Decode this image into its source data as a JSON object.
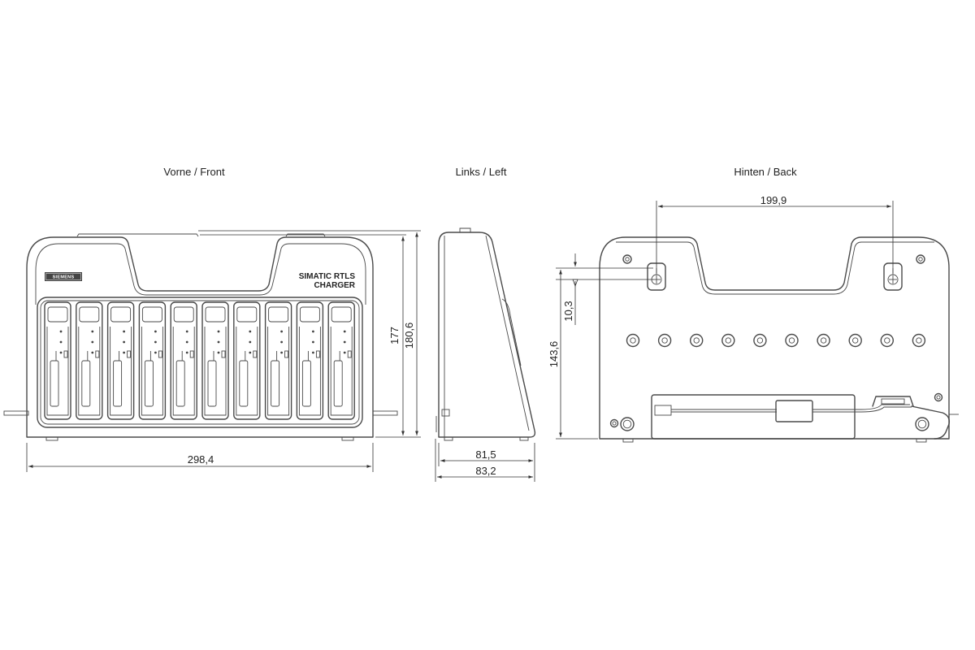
{
  "views": {
    "front": {
      "title": "Vorne / Front"
    },
    "left": {
      "title": "Links / Left"
    },
    "back": {
      "title": "Hinten / Back"
    }
  },
  "product": {
    "logo": "SIEMENS",
    "label_line1": "SIMATIC RTLS",
    "label_line2": "CHARGER"
  },
  "dimensions": {
    "width": "298,4",
    "height_inner": "177",
    "height_outer": "180,6",
    "depth_base": "81,5",
    "depth_total": "83,2",
    "hole_spacing": "199,9",
    "hole_height": "143,6",
    "hole_slot": "10,3"
  },
  "slots": {
    "count": 10
  }
}
